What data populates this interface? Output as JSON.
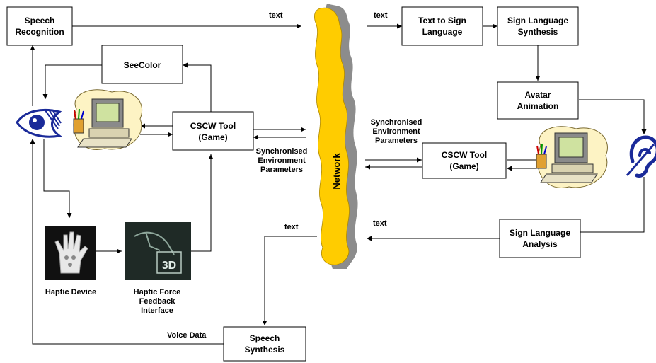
{
  "nodes": {
    "speech_recognition": [
      "Speech",
      "Recognition"
    ],
    "seecolor": [
      "SeeColor"
    ],
    "cscw_left": [
      "CSCW Tool",
      "(Game)"
    ],
    "text_to_sign": [
      "Text to Sign",
      "Language"
    ],
    "sign_synthesis": [
      "Sign Language",
      "Synthesis"
    ],
    "avatar_animation": [
      "Avatar",
      "Animation"
    ],
    "cscw_right": [
      "CSCW Tool",
      "(Game)"
    ],
    "sign_analysis": [
      "Sign Language",
      "Analysis"
    ],
    "speech_synthesis": [
      "Speech",
      "Synthesis"
    ],
    "network": "Network"
  },
  "labels": {
    "text_top_left": "text",
    "text_top_right": "text",
    "text_bottom_left": "text",
    "text_bottom_right": "text",
    "sync_left": [
      "Synchronised",
      "Environment",
      "Parameters"
    ],
    "sync_right": [
      "Synchronised",
      "Environment",
      "Parameters"
    ],
    "haptic_device": "Haptic Device",
    "haptic_force": [
      "Haptic Force",
      "Feedback",
      "Interface"
    ],
    "haptic_3d": "3D",
    "voice_data": "Voice Data"
  },
  "colors": {
    "network_fill": "#ffcc00",
    "network_shadow": "#8c8c8c",
    "eye_blue": "#1a2a99",
    "ear_blue": "#1a2a99",
    "blob_fill": "#fdf3c4"
  },
  "icons": {
    "eye": "eye-icon",
    "ear": "hearing-icon",
    "computer_left": "computer-icon",
    "computer_right": "computer-icon",
    "haptic_glove": "haptic-glove-icon",
    "haptic_3d": "haptic-3d-icon"
  }
}
